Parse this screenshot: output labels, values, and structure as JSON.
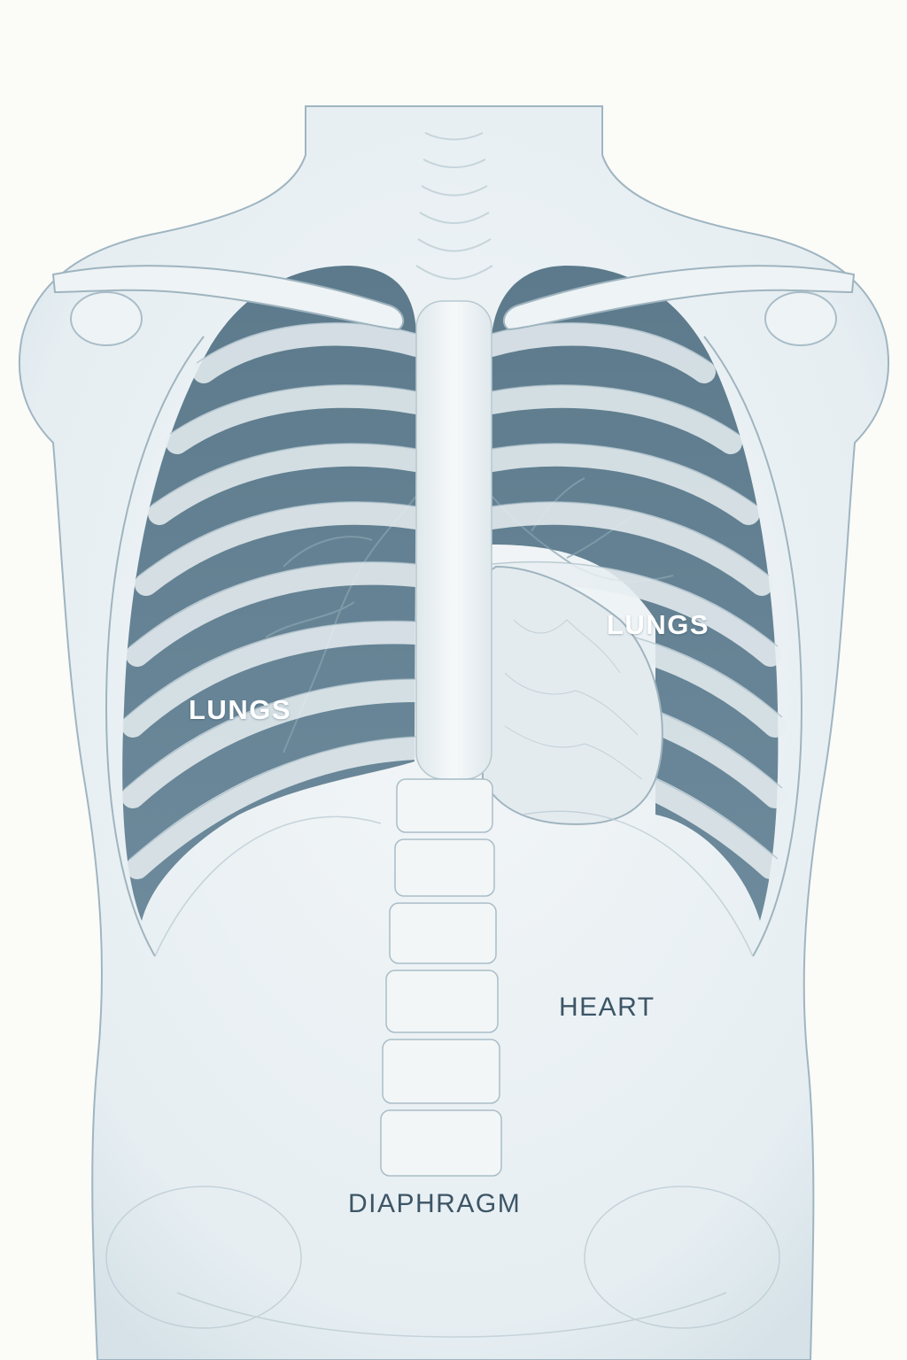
{
  "labels": {
    "lungs_left": "LUNGS",
    "lungs_right": "LUNGS",
    "heart": "HEART",
    "diaphragm": "DIAPHRAGM"
  },
  "colors": {
    "background": "#fbfbf8",
    "skin": "#e9f0f3",
    "outline": "#8fa8b6",
    "lung": "#6f8d9d",
    "lung_dark": "#5e7c8d",
    "bone": "#edf2f4",
    "heart": "#e4ebef",
    "label_light": "#ffffff",
    "label_dark": "#3c5566"
  }
}
